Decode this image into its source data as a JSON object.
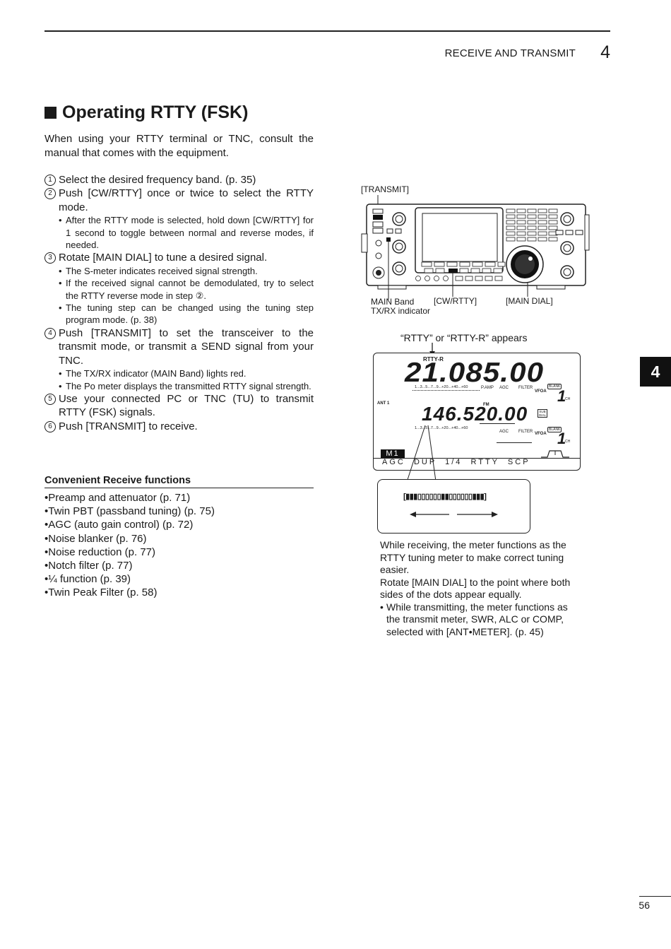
{
  "header": {
    "section": "RECEIVE AND TRANSMIT",
    "chapter": "4"
  },
  "title": "Operating RTTY (FSK)",
  "intro": "When using your RTTY terminal or TNC, consult the manual that comes with the equipment.",
  "steps": [
    {
      "num": "1",
      "text": "Select the desired frequency band. (p. 35)",
      "subs": []
    },
    {
      "num": "2",
      "text": "Push [CW/RTTY] once or twice to select the RTTY mode.",
      "subs": [
        "After the RTTY mode is selected, hold down [CW/RTTY] for 1 second to toggle between normal and reverse modes, if needed."
      ]
    },
    {
      "num": "3",
      "text": "Rotate [MAIN DIAL] to tune a desired signal.",
      "subs": [
        "The S-meter indicates received signal strength.",
        "If the received signal cannot be demodulated, try to select the RTTY reverse mode in step ②.",
        "The tuning step can be changed using the tuning step program mode. (p. 38)"
      ]
    },
    {
      "num": "4",
      "text": "Push [TRANSMIT] to set the transceiver to the transmit mode, or transmit a SEND signal from your TNC.",
      "subs": [
        "The TX/RX indicator (MAIN Band) lights red.",
        "The Po meter displays the transmitted RTTY signal strength."
      ]
    },
    {
      "num": "5",
      "text": "Use your connected PC or TNC (TU) to transmit RTTY (FSK) signals.",
      "subs": []
    },
    {
      "num": "6",
      "text": "Push [TRANSMIT] to receive.",
      "subs": []
    }
  ],
  "convenient": {
    "heading": "Convenient Receive functions",
    "items": [
      "Preamp and attenuator (p. 71)",
      "Twin PBT (passband tuning) (p. 75)",
      "AGC (auto gain control) (p. 72)",
      "Noise blanker (p. 76)",
      "Noise reduction (p. 77)",
      "Notch filter (p. 77)",
      "¼ function (p. 39)",
      "Twin Peak Filter (p. 58)"
    ]
  },
  "figure": {
    "transmit_label": "[TRANSMIT]",
    "main_band_label_1": "MAIN Band",
    "main_band_label_2": "TX/RX indicator",
    "cw_rtty_label": "[CW/RTTY]",
    "main_dial_label": "[MAIN DIAL]",
    "appears_label": "“RTTY” or “RTTY-R” appears",
    "lcd": {
      "mode": "RTTY-R",
      "main_freq": "21.085.00",
      "sub_freq": "146.520.00",
      "sub_mode": "FM",
      "ant": "ANT 1",
      "p_amp": "P.AMP",
      "agc": "AGC",
      "filter": "FILTER",
      "vfoa": "VFOA",
      "blank": "BLANK",
      "ch_num": "1",
      "ch": "CH",
      "sub_dial_1": "SUB",
      "sub_dial_2": "DIAL",
      "meter_scale": "1...3...5...7...9...+20...+40...+60",
      "memory": "M1",
      "menu": "AGC  DUP  1/4  RTTY  SCP"
    },
    "tuning_meter": "[▮▮▮▯▯▯▯▯▯▮▮▯▯▯▯▯▯▮▮▮]"
  },
  "caption": {
    "p1": "While receiving, the meter functions as the RTTY tuning meter to make correct tuning easier.",
    "p2": "Rotate [MAIN DIAL] to the point where both sides of the dots appear equally.",
    "bullet": "While transmitting, the meter functions as the transmit meter, SWR, ALC or COMP, selected with [ANT•METER]. (p. 45)"
  },
  "side_tab": "4",
  "page_number": "56"
}
